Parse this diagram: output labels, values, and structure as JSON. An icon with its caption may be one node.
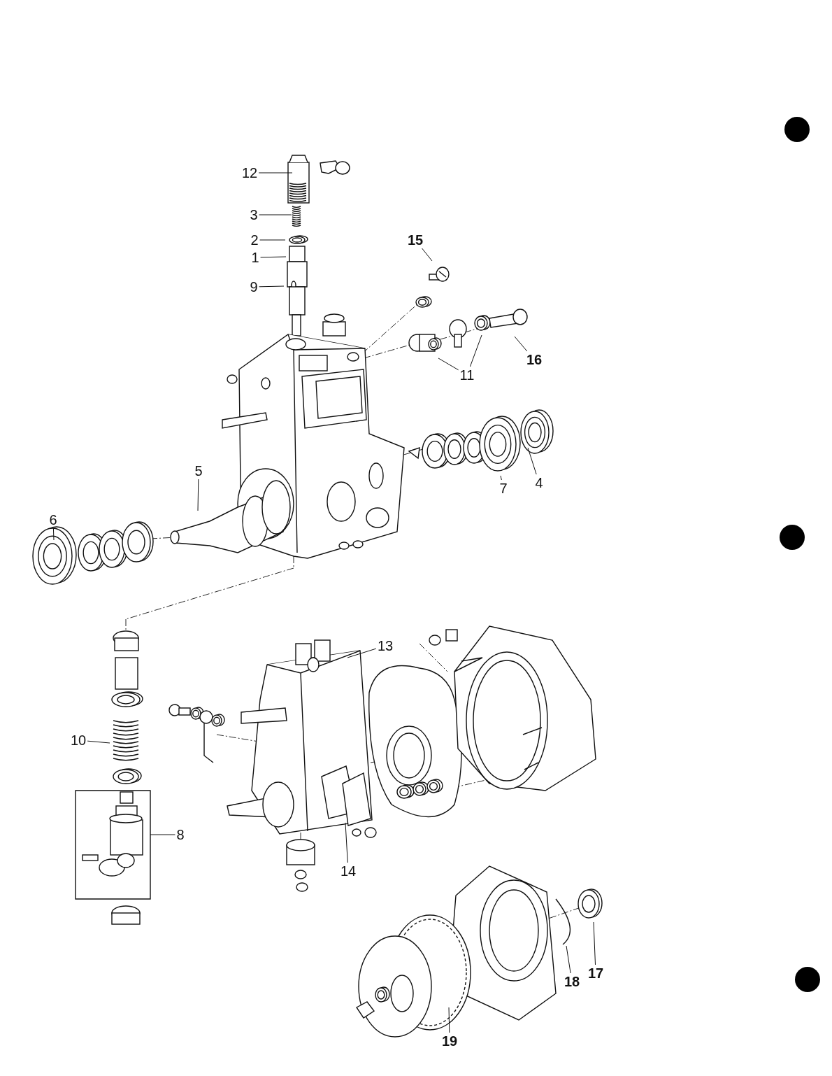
{
  "diagram": {
    "nodes": [
      {
        "text": [
          "12"
        ]
      },
      {
        "text": [
          "3"
        ]
      },
      {
        "text": [
          "2"
        ]
      },
      {
        "text": [
          "15"
        ]
      },
      {
        "text": [
          "1"
        ]
      },
      {
        "text": [
          "9"
        ]
      },
      {
        "text": [
          "16"
        ]
      },
      {
        "text": [
          "11"
        ]
      },
      {
        "text": [
          "5"
        ]
      },
      {
        "text": [
          "7"
        ]
      },
      {
        "text": [
          "4"
        ]
      },
      {
        "text": [
          "6"
        ]
      },
      {
        "text": [
          "13"
        ]
      },
      {
        "text": [
          "10"
        ]
      },
      {
        "text": [
          "8"
        ]
      },
      {
        "text": [
          "14"
        ]
      },
      {
        "text": [
          "17"
        ]
      },
      {
        "text": [
          "18"
        ]
      },
      {
        "text": [
          "19"
        ]
      }
    ],
    "edges": [
      {
        "from": 0,
        "to": null,
        "arrow": "none"
      },
      {
        "from": 1,
        "to": null,
        "arrow": "none"
      },
      {
        "from": 2,
        "to": null,
        "arrow": "none"
      },
      {
        "from": 3,
        "to": null,
        "arrow": "none"
      },
      {
        "from": 4,
        "to": null,
        "arrow": "none"
      },
      {
        "from": 5,
        "to": null,
        "arrow": "none"
      },
      {
        "from": 6,
        "to": null,
        "arrow": "none"
      },
      {
        "from": 7,
        "to": null,
        "arrow": "none"
      },
      {
        "from": 7,
        "to": null,
        "arrow": "none"
      },
      {
        "from": 8,
        "to": null,
        "arrow": "none"
      },
      {
        "from": 9,
        "to": null,
        "arrow": "none"
      },
      {
        "from": 10,
        "to": null,
        "arrow": "none"
      },
      {
        "from": 11,
        "to": null,
        "arrow": "none"
      },
      {
        "from": 12,
        "to": null,
        "arrow": "none"
      },
      {
        "from": 13,
        "to": null,
        "arrow": "none"
      },
      {
        "from": 14,
        "to": null,
        "arrow": "none"
      },
      {
        "from": 15,
        "to": null,
        "arrow": "none"
      },
      {
        "from": 16,
        "to": null,
        "arrow": "none"
      },
      {
        "from": 17,
        "to": null,
        "arrow": "none"
      },
      {
        "from": 18,
        "to": null,
        "arrow": "none"
      }
    ]
  }
}
